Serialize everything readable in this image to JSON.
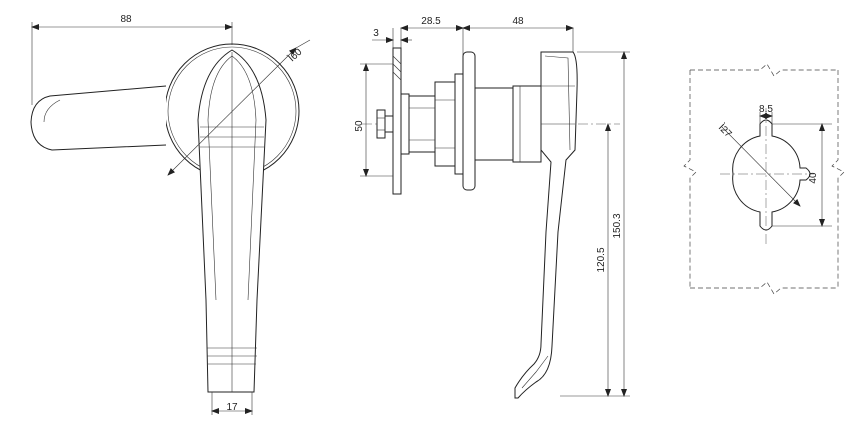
{
  "dimensions": {
    "front_width": "88",
    "rosette_diameter": "Ì60",
    "handle_width": "17",
    "panel_thickness": "3",
    "offset_a": "28.5",
    "offset_b": "48",
    "height_50": "50",
    "length_120": "120.5",
    "length_150": "150.3",
    "slot_width": "8.5",
    "cutout_diameter": "Ì27",
    "cutout_height": "40"
  }
}
